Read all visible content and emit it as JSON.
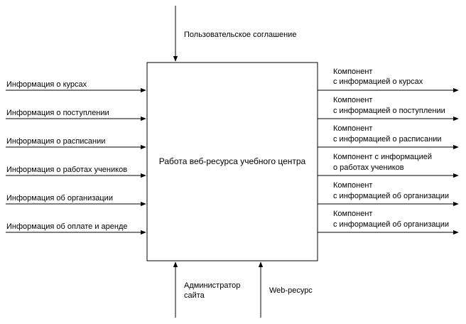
{
  "center_box": {
    "label": "Работа веб-ресурса учебного центра"
  },
  "control": {
    "label": "Пользовательское соглашение"
  },
  "inputs": [
    "Информация о курсах",
    "Информация о поступлении",
    "Информация о расписании",
    "Информация о работах учеников",
    "Информация об организации",
    "Информация об оплате и аренде"
  ],
  "outputs": [
    [
      "Компонент",
      "с информацией о курсах"
    ],
    [
      "Компонент",
      "с информацией о поступлении"
    ],
    [
      "Компонент",
      "с информацией о расписании"
    ],
    [
      "Компонент с информацией",
      "о работах учеников"
    ],
    [
      "Компонент",
      "с информацией об организации"
    ],
    [
      "Компонент",
      "с информацией об организации"
    ]
  ],
  "mechanisms": {
    "admin": [
      "Администратор",
      "сайта"
    ],
    "resource": "Web-ресурс"
  },
  "colors": {
    "line": "#000000",
    "text": "#000000",
    "background": "#ffffff"
  }
}
